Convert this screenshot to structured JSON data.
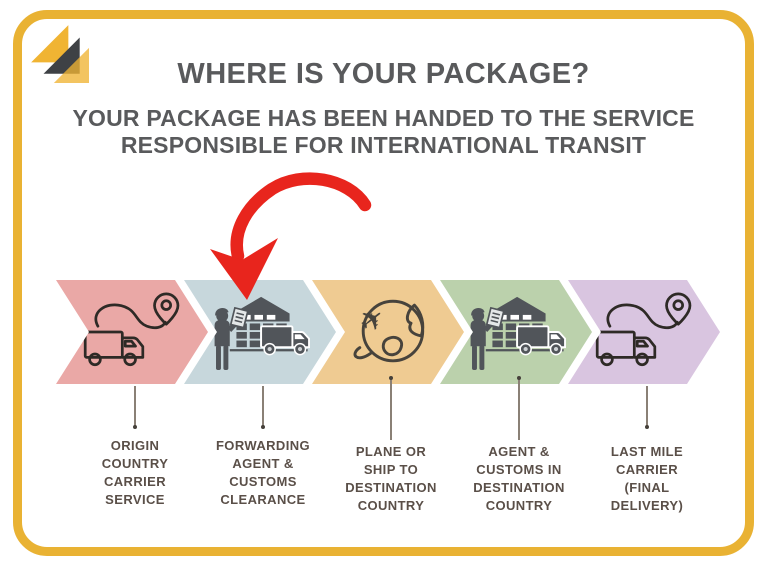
{
  "header": {
    "title": "WHERE IS YOUR PACKAGE?",
    "subtitle": "YOUR PACKAGE HAS BEEN HANDED TO THE SERVICE\nRESPONSIBLE FOR INTERNATIONAL TRANSIT"
  },
  "logo": {
    "icon": "three-triangles-logo",
    "yellow": "#f0b433",
    "dark": "#3e4145"
  },
  "annotation_arrow": {
    "icon": "red-curved-arrow",
    "color": "#e8251d"
  },
  "colors": {
    "frame_border": "#e9b233",
    "heading_text": "#595a5c",
    "label_text": "#5a4f48",
    "connector_line": "#8a8076"
  },
  "stages": [
    {
      "label": "ORIGIN\nCOUNTRY\nCARRIER\nSERVICE",
      "color": "#eaa8a6",
      "icon": "truck-route-pin-icon"
    },
    {
      "label": "FORWARDING\nAGENT &\nCUSTOMS\nCLEARANCE",
      "color": "#c7d7dc",
      "icon": "agent-customs-warehouse-icon"
    },
    {
      "label": "PLANE OR\nSHIP TO\nDESTINATION\nCOUNTRY",
      "color": "#efcb92",
      "icon": "globe-plane-icon"
    },
    {
      "label": "AGENT &\nCUSTOMS IN\nDESTINATION\nCOUNTRY",
      "color": "#bbd1ac",
      "icon": "agent-customs-warehouse-icon"
    },
    {
      "label": "LAST MILE\nCARRIER\n(FINAL\nDELIVERY)",
      "color": "#d9c5e0",
      "icon": "truck-route-pin-icon"
    }
  ]
}
